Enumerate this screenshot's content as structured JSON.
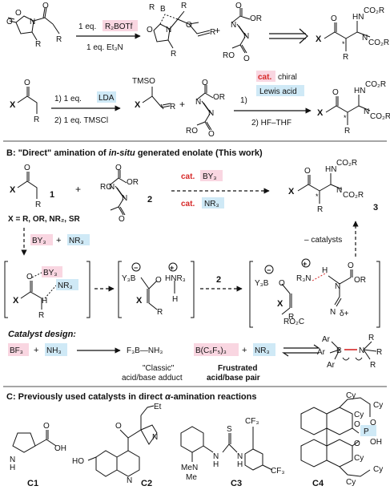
{
  "colors": {
    "pink": "#f9d6e1",
    "blue": "#cfe9f6",
    "red": "#d62828",
    "ink": "#111111"
  },
  "row1": {
    "reagent1_prefix": "1 eq.",
    "reagent1": "R₂BOTf",
    "reagent2": "1 eq. Et₃N"
  },
  "row2": {
    "step1_prefix": "1) 1 eq.",
    "step1_reagent": "LDA",
    "step2": "2) 1 eq. TMSCl",
    "tmso": "TMSO",
    "cat_line1": "1)",
    "cat_red": "cat.",
    "cat_chiral": "chiral",
    "cat_line2": "Lewis acid",
    "cat_step2": "2) HF–THF"
  },
  "sectionB": {
    "title_prefix": "B: \"Direct\" amination of ",
    "title_italic": "in-situ",
    "title_suffix": " generated enolate (This work)",
    "compound1": "1",
    "compound2": "2",
    "compound3": "3",
    "x_def": "X = R, OR, NR₂, SR",
    "cat_by3_red": "cat.",
    "cat_by3": "BY₃",
    "cat_nr3_red": "cat.",
    "cat_nr3": "NR₃",
    "minus_catalysts": "– catalysts",
    "by3": "BY₃",
    "nr3": "NR₃",
    "plus": "+",
    "arrow_label_2": "2"
  },
  "design": {
    "title": "Catalyst design:",
    "bf3": "BF₃",
    "nh3": "NH₃",
    "adduct": "F₃B—NH₃",
    "classic_1": "\"Classic\"",
    "classic_2": "acid/base adduct",
    "bc6f5": "B(C₆F₅)₃",
    "nr3": "NR₃",
    "frustrated_1": "Frustrated",
    "frustrated_2": "acid/base pair"
  },
  "sectionC": {
    "title_prefix": "C: Previously used catalysts in direct ",
    "title_alpha": "α",
    "title_suffix": "-amination reactions",
    "labels": [
      "C1",
      "C2",
      "C3",
      "C4"
    ]
  }
}
